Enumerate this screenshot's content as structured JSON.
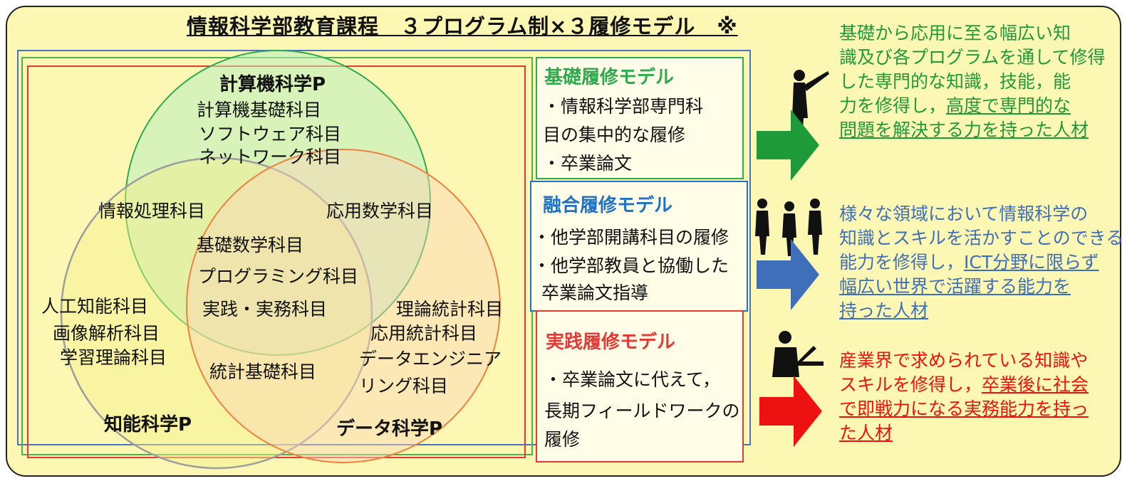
{
  "title": "情報科学部教育課程　３プログラム制×３履修モデル　※",
  "venn": {
    "computer_title": "計算機科学P",
    "computer_items": [
      "計算機基礎科目",
      "ソフトウェア科目",
      "ネットワーク科目"
    ],
    "info_processing": "情報処理科目",
    "applied_math": "応用数学科目",
    "center_items": [
      "基礎数学科目",
      "プログラミング科目",
      "実践・実務科目"
    ],
    "intelligence_items": [
      "人工知能科目",
      "画像解析科目",
      "学習理論科目"
    ],
    "stat_basics": "統計基礎科目",
    "data_items": [
      "理論統計科目",
      "応用統計科目",
      "データエンジニア",
      "リング科目"
    ],
    "intelligence_title": "知能科学P",
    "data_title": "データ科学P"
  },
  "models": {
    "basic": {
      "title": "基礎履修モデル",
      "lines": [
        "・情報科学部専門科",
        "目の集中的な履修",
        "・卒業論文"
      ]
    },
    "fusion": {
      "title": "融合履修モデル",
      "lines": [
        "・他学部開講科目の履修",
        "・他学部教員と協働した",
        "卒業論文指導"
      ]
    },
    "practice": {
      "title": "実践履修モデル",
      "lines": [
        "・卒業論文に代えて，",
        "長期フィールドワークの",
        "履修"
      ]
    }
  },
  "outcomes": {
    "basic": [
      "基礎から応用に至る幅広い知",
      "識及び各プログラムを通して修得",
      "した専門的な知識，技能，能",
      "力を修得し，",
      "高度で専門的な",
      "問題を解決する力を持った人材"
    ],
    "fusion": [
      "様々な領域において情報科学の",
      "知識とスキルを活かすことのできる",
      "能力を修得し，",
      "ICT分野に限らず",
      "幅広い世界で活躍する能力を",
      "持った人材"
    ],
    "practice": [
      "産業界で求められている知識や",
      "スキルを修得し，",
      "卒業後に社会",
      "で即戦力になる実務能力を持っ",
      "た人材"
    ]
  },
  "colors": {
    "background": "#fcf8b4",
    "green": "#1e9a3a",
    "blue": "#3f6fb8",
    "red": "#ee1111"
  }
}
